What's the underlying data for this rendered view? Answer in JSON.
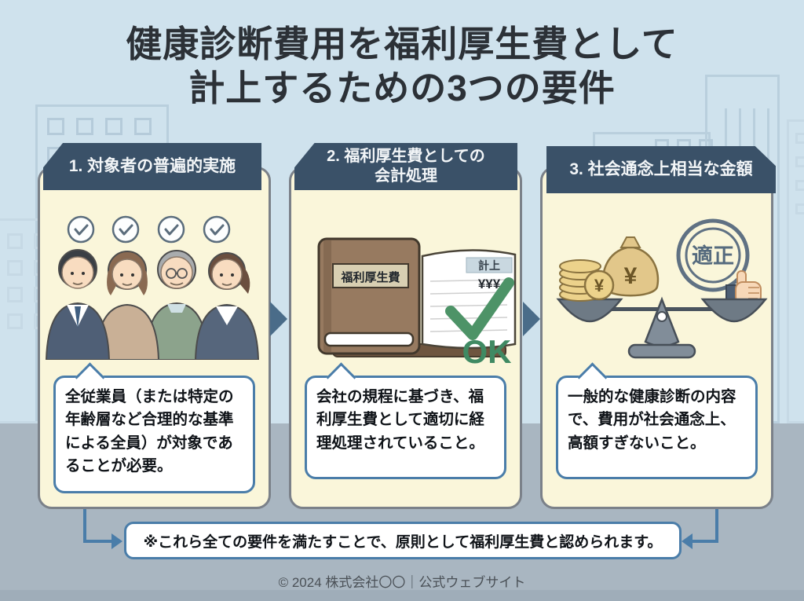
{
  "title": {
    "line1": "健康診断費用を福利厚生費として",
    "line2": "計上するための3つの要件"
  },
  "cards": [
    {
      "header_lines": [
        "1. 対象者の普遍的実施"
      ],
      "body": "全従業員（または特定の年齢層など合理的な基準による全員）が対象であることが必要。",
      "illustration": "four-employees-with-checkmarks"
    },
    {
      "header_lines": [
        "2. 福利厚生費としての",
        "会計処理"
      ],
      "body": "会社の規程に基づき、福利厚生費として適切に経理処理されていること。",
      "illustration": "accounting-ledger-with-ok-check"
    },
    {
      "header_lines": [
        "3. 社会通念上相当な金額"
      ],
      "body": "一般的な健康診断の内容で、費用が社会通念上、高額すぎないこと。",
      "illustration": "balance-scale-money-approved-stamp"
    }
  ],
  "illustration_labels": {
    "ledger_cover": "福利厚生費",
    "ledger_column": "計上",
    "ledger_amount": "¥¥¥",
    "ok_label": "OK",
    "stamp_label": "適正",
    "coin_yen": "¥",
    "bag_yen": "¥"
  },
  "footer_note": "※これら全ての要件を満たすことで、原則として福利厚生費と認められます。",
  "copyright": "© 2024 株式会社〇〇｜公式ウェブサイト",
  "colors": {
    "sky": "#cfe2ed",
    "ground": "#a9b6c1",
    "card_background": "#faf6da",
    "banner_navy": "#3a5168",
    "bubble_border_blue": "#4a7da9",
    "flow_arrow_blue": "#4a6c89",
    "check_green": "#4d9367"
  }
}
